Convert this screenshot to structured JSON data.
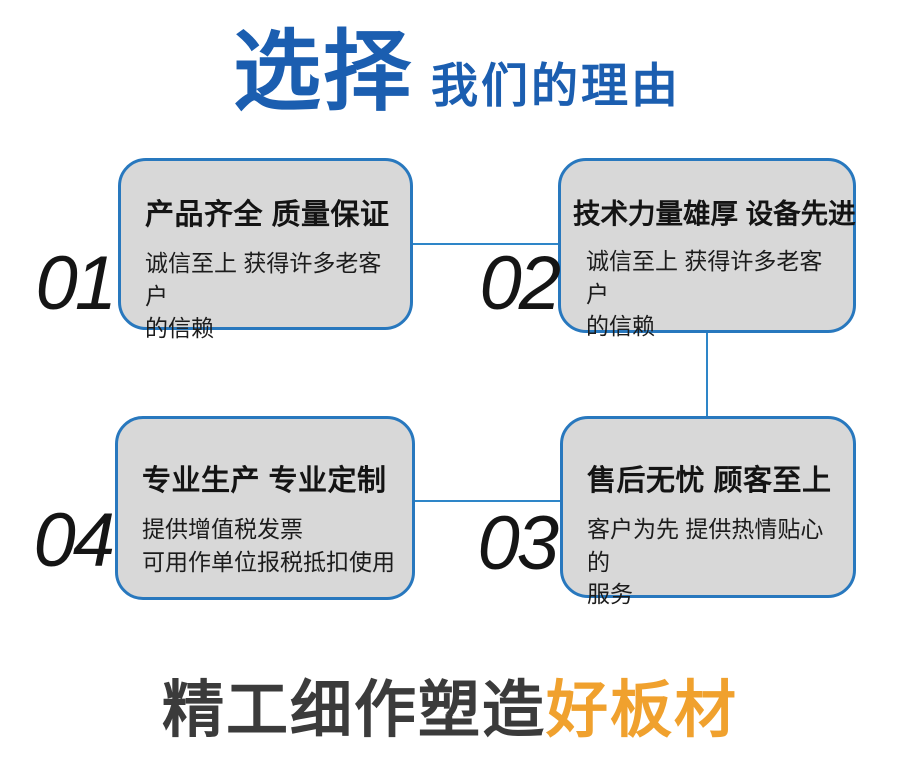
{
  "header": {
    "title_highlight": "选择",
    "title_rest": "我们的理由"
  },
  "cards": [
    {
      "number": "01",
      "title": "产品齐全 质量保证",
      "subtitle": "诚信至上 获得许多老客户\n的信赖"
    },
    {
      "number": "02",
      "title": "技术力量雄厚 设备先进",
      "subtitle": "诚信至上 获得许多老客户\n的信赖"
    },
    {
      "number": "03",
      "title": "售后无忧 顾客至上",
      "subtitle": "客户为先 提供热情贴心的\n服务"
    },
    {
      "number": "04",
      "title": "专业生产 专业定制",
      "subtitle": "提供增值税发票\n可用作单位报税抵扣使用"
    }
  ],
  "footer": {
    "tagline_gray": "精工细作塑造",
    "tagline_orange": "好板材"
  },
  "colors": {
    "accent_blue": "#1b5eb0",
    "card_border_blue": "#2878be",
    "card_fill_gray": "#d8d8d8",
    "connector_blue": "#2e86c8",
    "number_black": "#151515",
    "tagline_gray": "#3b3b3b",
    "tagline_orange": "#f0a12e"
  }
}
